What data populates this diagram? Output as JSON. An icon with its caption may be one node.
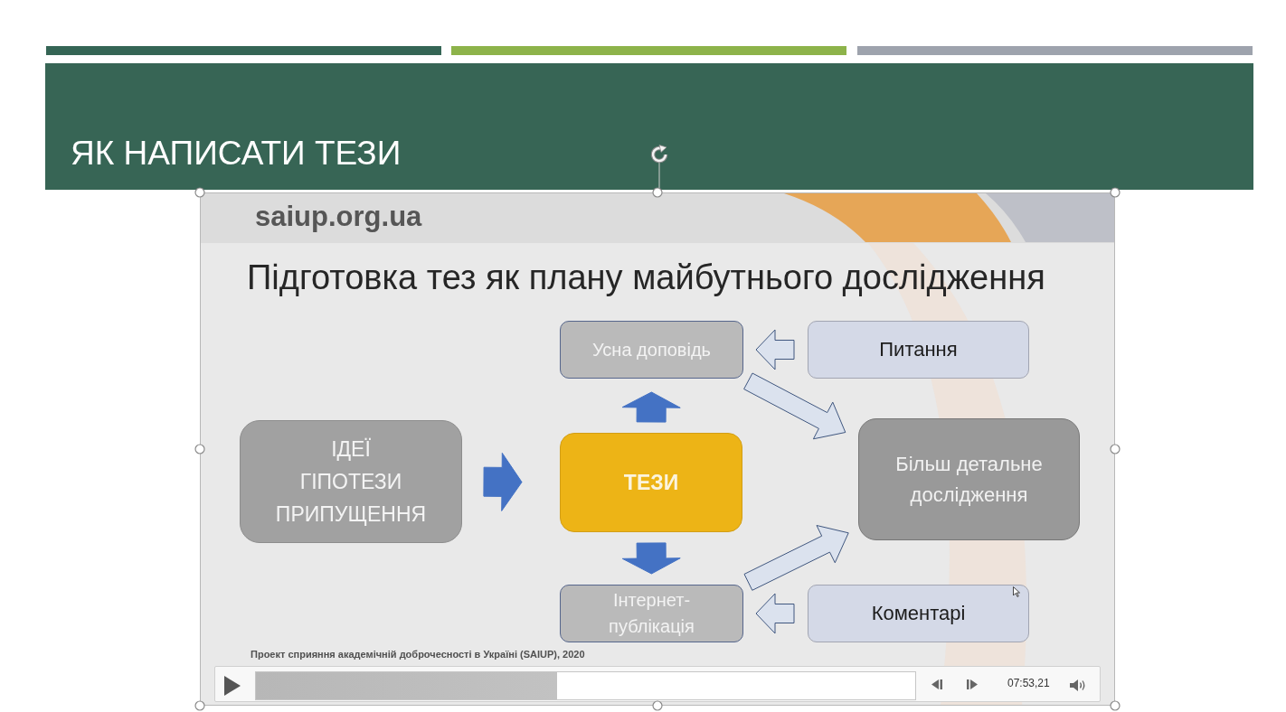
{
  "diagram": {
    "title": "ЯК НАПИСАТИ ТЕЗИ",
    "nodes": [
      {
        "text": [
          "Усна доповідь"
        ]
      },
      {
        "text": [
          "Питання"
        ]
      },
      {
        "text": [
          "ІДЕЇ",
          "ГІПОТЕЗИ",
          "ПРИПУЩЕННЯ"
        ]
      },
      {
        "text": [
          "ТЕЗИ"
        ]
      },
      {
        "text": [
          "Більш детальне дослідження"
        ]
      },
      {
        "text": [
          "Інтернет-публікація"
        ]
      },
      {
        "text": [
          "Коментарі"
        ]
      }
    ],
    "edges": [
      {
        "from": 2,
        "to": 3,
        "arrow": "to",
        "color": "#4472c4"
      },
      {
        "from": 3,
        "to": 0,
        "arrow": "to",
        "color": "#4472c4"
      },
      {
        "from": 3,
        "to": 5,
        "arrow": "to",
        "color": "#4472c4"
      },
      {
        "from": 1,
        "to": 0,
        "arrow": "to"
      },
      {
        "from": 6,
        "to": 5,
        "arrow": "to"
      },
      {
        "from": 0,
        "to": 4,
        "arrow": "to"
      },
      {
        "from": 5,
        "to": 4,
        "arrow": "to"
      }
    ],
    "labels": [
      "saiup.org.ua",
      "Підготовка тез як плану майбутнього дослідження",
      "Проект сприяння академічній доброчесності в Україні (SAIUP), 2020",
      "07:53,21"
    ]
  }
}
